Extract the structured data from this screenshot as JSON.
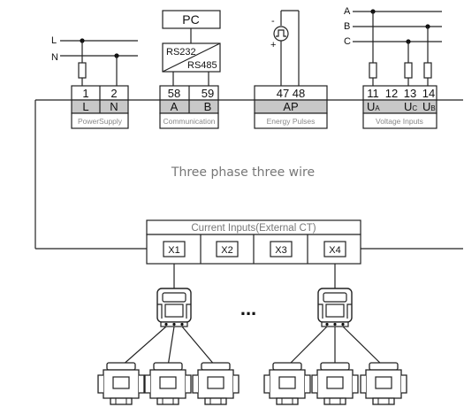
{
  "lines": {
    "line_l": "L",
    "line_n": "N",
    "phase_a": "A",
    "phase_b": "B",
    "phase_c": "C"
  },
  "pc": {
    "label": "PC",
    "rs232": "RS232",
    "rs485": "RS485"
  },
  "pulse_source": {
    "minus": "-",
    "plus": "+"
  },
  "power_supply": {
    "pins": [
      "1",
      "2"
    ],
    "signals": [
      "L",
      "N"
    ],
    "caption": "PowerSupply"
  },
  "communication": {
    "pins": [
      "58",
      "59"
    ],
    "signals": [
      "A",
      "B"
    ],
    "caption": "Communication"
  },
  "energy_pulses": {
    "pins": "47 48",
    "signal": "AP",
    "caption": "Energy Pulses"
  },
  "voltage_inputs": {
    "pins": [
      "11",
      "12",
      "13",
      "14"
    ],
    "signals": [
      {
        "main": "U",
        "sub": "A"
      },
      {
        "main": "U",
        "sub": "C"
      },
      {
        "main": "U",
        "sub": "B"
      }
    ],
    "caption": "Voltage Inputs"
  },
  "wiring_caption": "Three phase three wire",
  "current_inputs": {
    "title": "Current Inputs(External CT)",
    "ports": [
      "X1",
      "X2",
      "X3",
      "X4"
    ]
  },
  "ellipsis": "..."
}
